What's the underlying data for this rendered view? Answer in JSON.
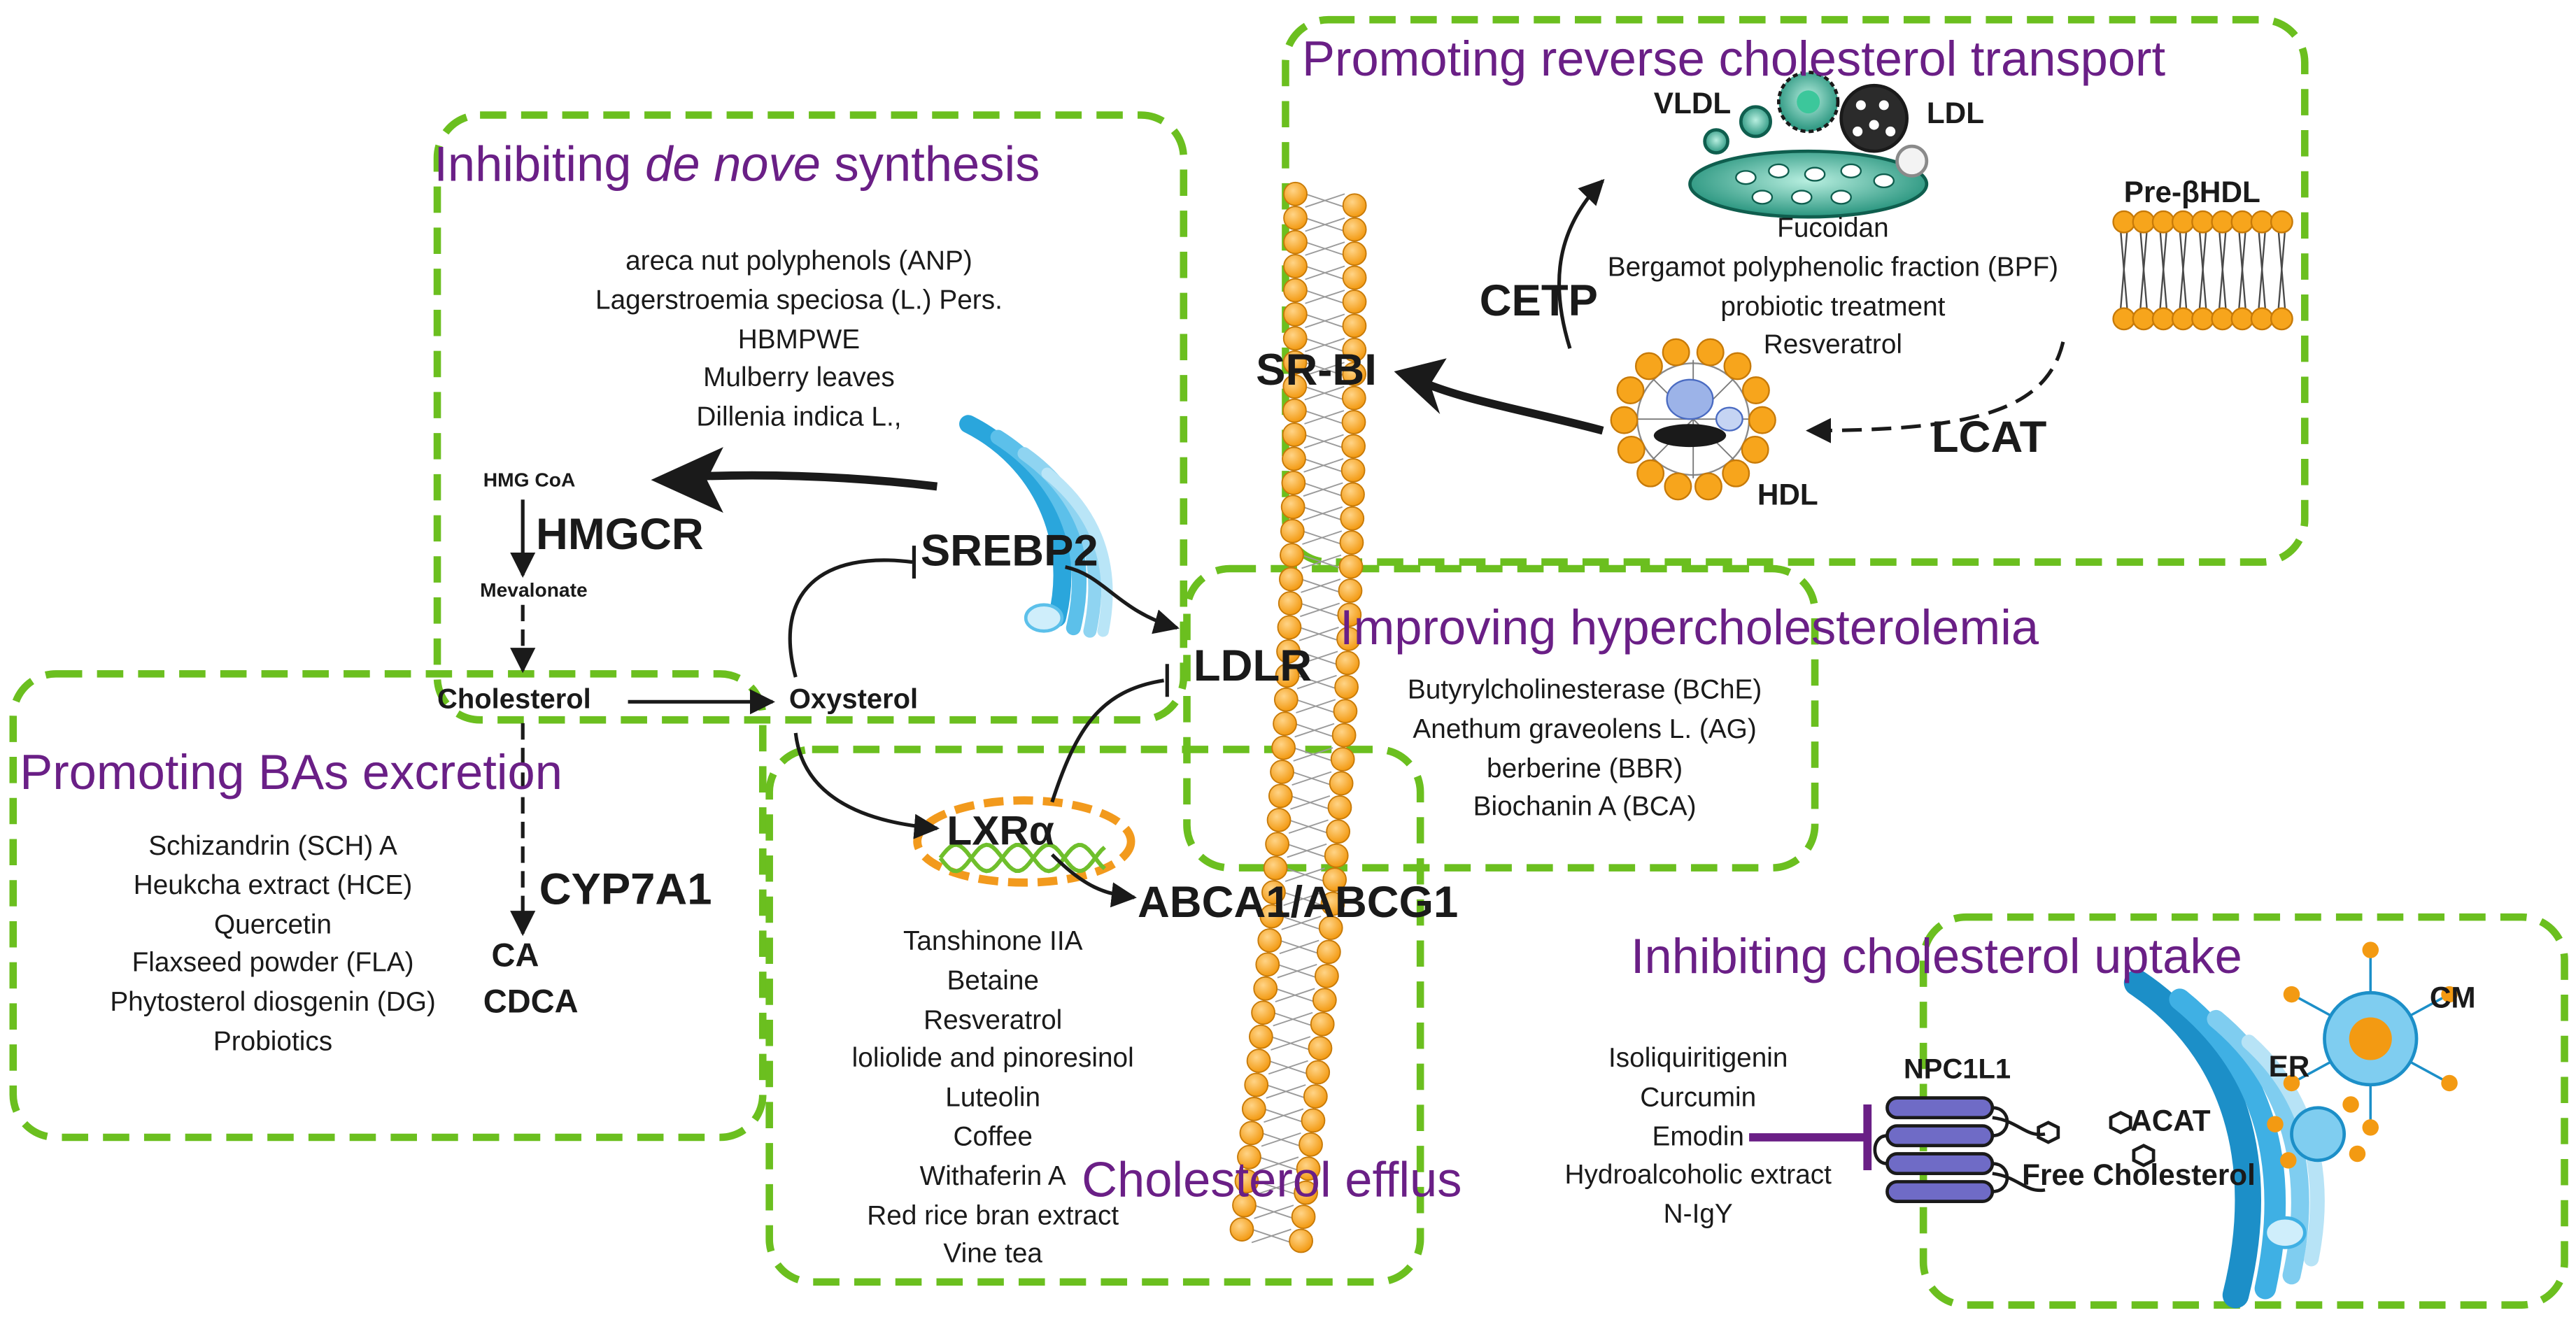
{
  "titles": {
    "denovo_pre": "Inhibiting ",
    "denovo_italic": "de nove",
    "denovo_post": " synthesis",
    "reverse": "Promoting reverse cholesterol transport",
    "hyper": "Improving hypercholesterolemia",
    "bas": "Promoting BAs excretion",
    "efflux": "Cholesterol efflus",
    "uptake": "Inhibiting cholesterol uptake"
  },
  "lists": {
    "denovo": [
      "areca nut polyphenols (ANP)",
      "Lagerstroemia speciosa (L.) Pers.",
      "HBMPWE",
      "Mulberry leaves",
      "Dillenia indica L.,"
    ],
    "reverse": [
      "Fucoidan",
      "Bergamot polyphenolic fraction (BPF)",
      "probiotic treatment",
      "Resveratrol"
    ],
    "hyper": [
      "Butyrylcholinesterase (BChE)",
      "Anethum graveolens L. (AG)",
      "berberine (BBR)",
      "Biochanin A (BCA)"
    ],
    "bas": [
      "Schizandrin (SCH) A",
      "Heukcha extract (HCE)",
      "Quercetin",
      "Flaxseed powder (FLA)",
      "Phytosterol diosgenin (DG)",
      "Probiotics"
    ],
    "efflux": [
      "Tanshinone IIA",
      "Betaine",
      "Resveratrol",
      "loliolide and pinoresinol",
      "Luteolin",
      "Coffee",
      "Withaferin A",
      "Red rice bran extract",
      "Vine tea"
    ],
    "uptake": [
      "Isoliquiritigenin",
      "Curcumin",
      "Emodin",
      "Hydroalcoholic extract",
      "N-IgY"
    ]
  },
  "labels": {
    "hmg_coa": "HMG CoA",
    "hmgcr": "HMGCR",
    "mevalonate": "Mevalonate",
    "cholesterol": "Cholesterol",
    "oxysterol": "Oxysterol",
    "srebp2": "SREBP2",
    "ldlr": "LDLR",
    "sr_bi": "SR-BI",
    "cetp": "CETP",
    "lcat": "LCAT",
    "hdl": "HDL",
    "pre_hdl": "Pre-βHDL",
    "vldl": "VLDL",
    "ldl": "LDL",
    "cyp7a1": "CYP7A1",
    "ca": "CA",
    "cdca": "CDCA",
    "lxr": "LXRα",
    "abca1": "ABCA1/ABCG1",
    "npc1l1": "NPC1L1",
    "free_chol": "Free Cholesterol",
    "acat": "ACAT",
    "er": "ER",
    "cm": "CM"
  },
  "colors": {
    "box_border": "#6bbf1f",
    "title": "#6a1f86",
    "lipid_head": "#f7a51c",
    "er_blue": "#2aa6dc",
    "lxr_ring": "#f29a1d",
    "helix": "#6fbf2c",
    "inhibit_bar": "#6a1f86"
  }
}
